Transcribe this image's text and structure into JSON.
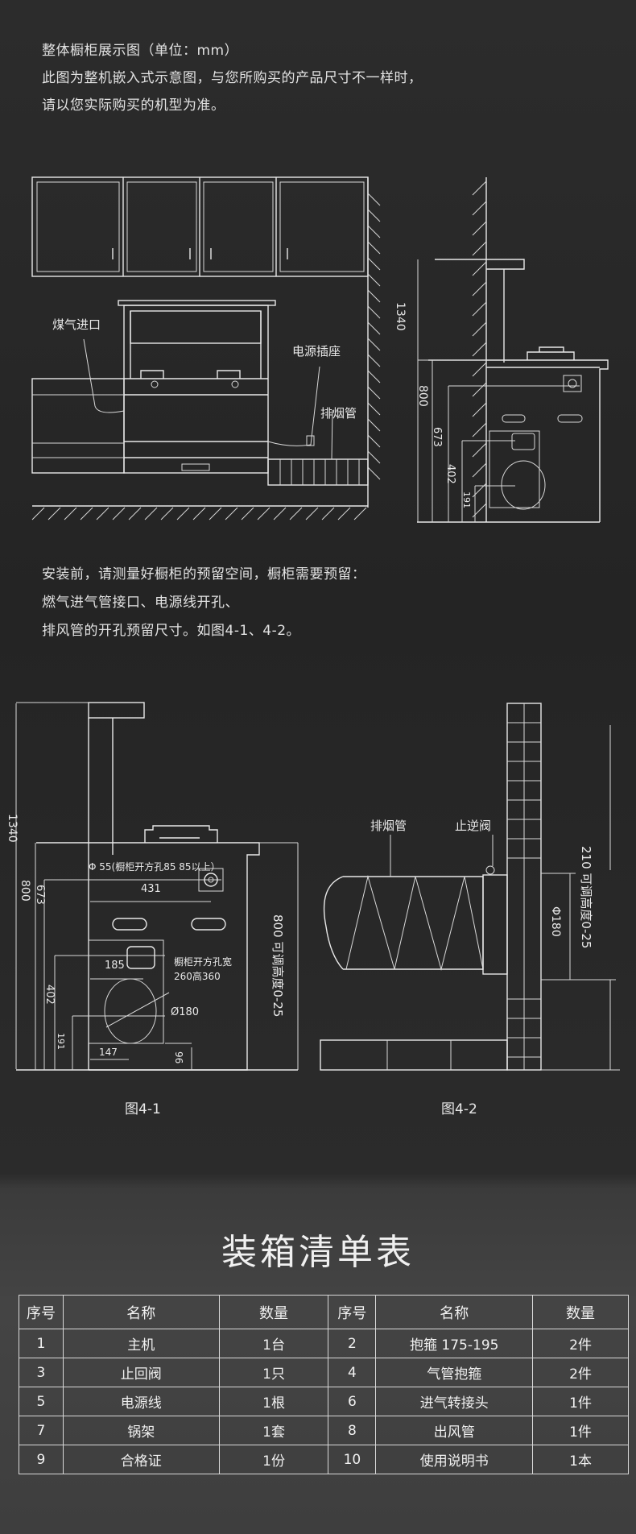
{
  "intro": {
    "title": "整体橱柜展示图（单位：mm）",
    "line1": "此图为整机嵌入式示意图，与您所购买的产品尺寸不一样时，",
    "line2": "请以您实际购买的机型为准。"
  },
  "diagram1": {
    "gas_inlet": "煤气进口",
    "power_socket": "电源插座",
    "exhaust_pipe": "排烟管",
    "dims": {
      "total": "1340",
      "height": "800",
      "d673": "673",
      "d402": "402",
      "d191": "191"
    }
  },
  "notes": {
    "line1": "安装前，请测量好橱柜的预留空间，橱柜需要预留：",
    "line2": "燃气进气管接口、电源线开孔、",
    "line3": "排风管的开孔预留尺寸。如图4-1、4-2。"
  },
  "fig41": {
    "caption": "图4-1",
    "total": "1340",
    "d800": "800",
    "d673": "673",
    "d402": "402",
    "d191": "191",
    "gas_hole": "Φ 55(橱柜开方孔85 85以上）",
    "d431": "431",
    "d185": "185",
    "d147": "147",
    "d96": "96",
    "opening1": "橱柜开方孔宽",
    "opening2": "260高360",
    "dia180": "Ø180",
    "right_dim": "800 可调高度0-25"
  },
  "fig42": {
    "caption": "图4-2",
    "exhaust_pipe": "排烟管",
    "check_valve": "止逆阀",
    "dia": "Φ180",
    "right_dim": "210 可调高度0-25"
  },
  "packing": {
    "title": "装箱清单表",
    "headers": [
      "序号",
      "名称",
      "数量",
      "序号",
      "名称",
      "数量"
    ],
    "rows": [
      [
        "1",
        "主机",
        "1台",
        "2",
        "抱箍 175-195",
        "2件"
      ],
      [
        "3",
        "止回阀",
        "1只",
        "4",
        "气管抱箍",
        "2件"
      ],
      [
        "5",
        "电源线",
        "1根",
        "6",
        "进气转接头",
        "1件"
      ],
      [
        "7",
        "锅架",
        "1套",
        "8",
        "出风管",
        "1件"
      ],
      [
        "9",
        "合格证",
        "1份",
        "10",
        "使用说明书",
        "1本"
      ]
    ]
  }
}
